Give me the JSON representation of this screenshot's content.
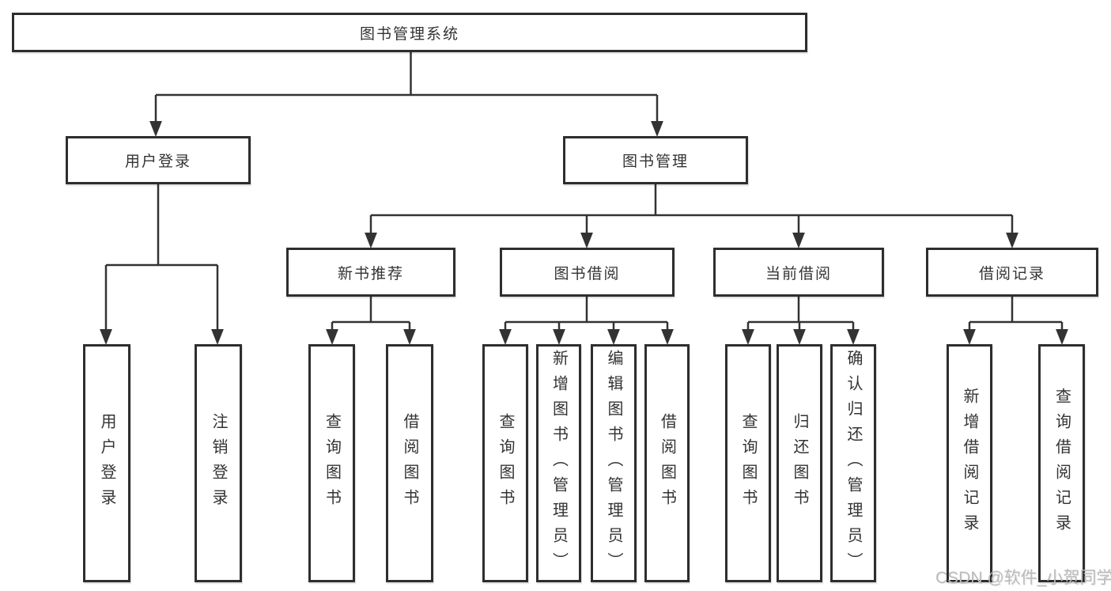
{
  "title": "图书管理系统",
  "watermark": "CSDN @软件_小贺同学",
  "colors": {
    "line": "#333333",
    "box_border": "#2e2e2e",
    "text": "#333333",
    "background": "#ffffff",
    "watermark": "#bcbcbc"
  },
  "tree": {
    "label": "图书管理系统",
    "children": [
      {
        "label": "用户登录",
        "children": [
          {
            "label": "用户登录"
          },
          {
            "label": "注销登录"
          }
        ]
      },
      {
        "label": "图书管理",
        "children": [
          {
            "label": "新书推荐",
            "children": [
              {
                "label": "查询图书"
              },
              {
                "label": "借阅图书"
              }
            ]
          },
          {
            "label": "图书借阅",
            "children": [
              {
                "label": "查询图书"
              },
              {
                "label": "新增图书（管理员）"
              },
              {
                "label": "编辑图书（管理员）"
              },
              {
                "label": "借阅图书"
              }
            ]
          },
          {
            "label": "当前借阅",
            "children": [
              {
                "label": "查询图书"
              },
              {
                "label": "归还图书"
              },
              {
                "label": "确认归还（管理员）"
              }
            ]
          },
          {
            "label": "借阅记录",
            "children": [
              {
                "label": "新增借阅记录"
              },
              {
                "label": "查询借阅记录"
              }
            ]
          }
        ]
      }
    ]
  }
}
